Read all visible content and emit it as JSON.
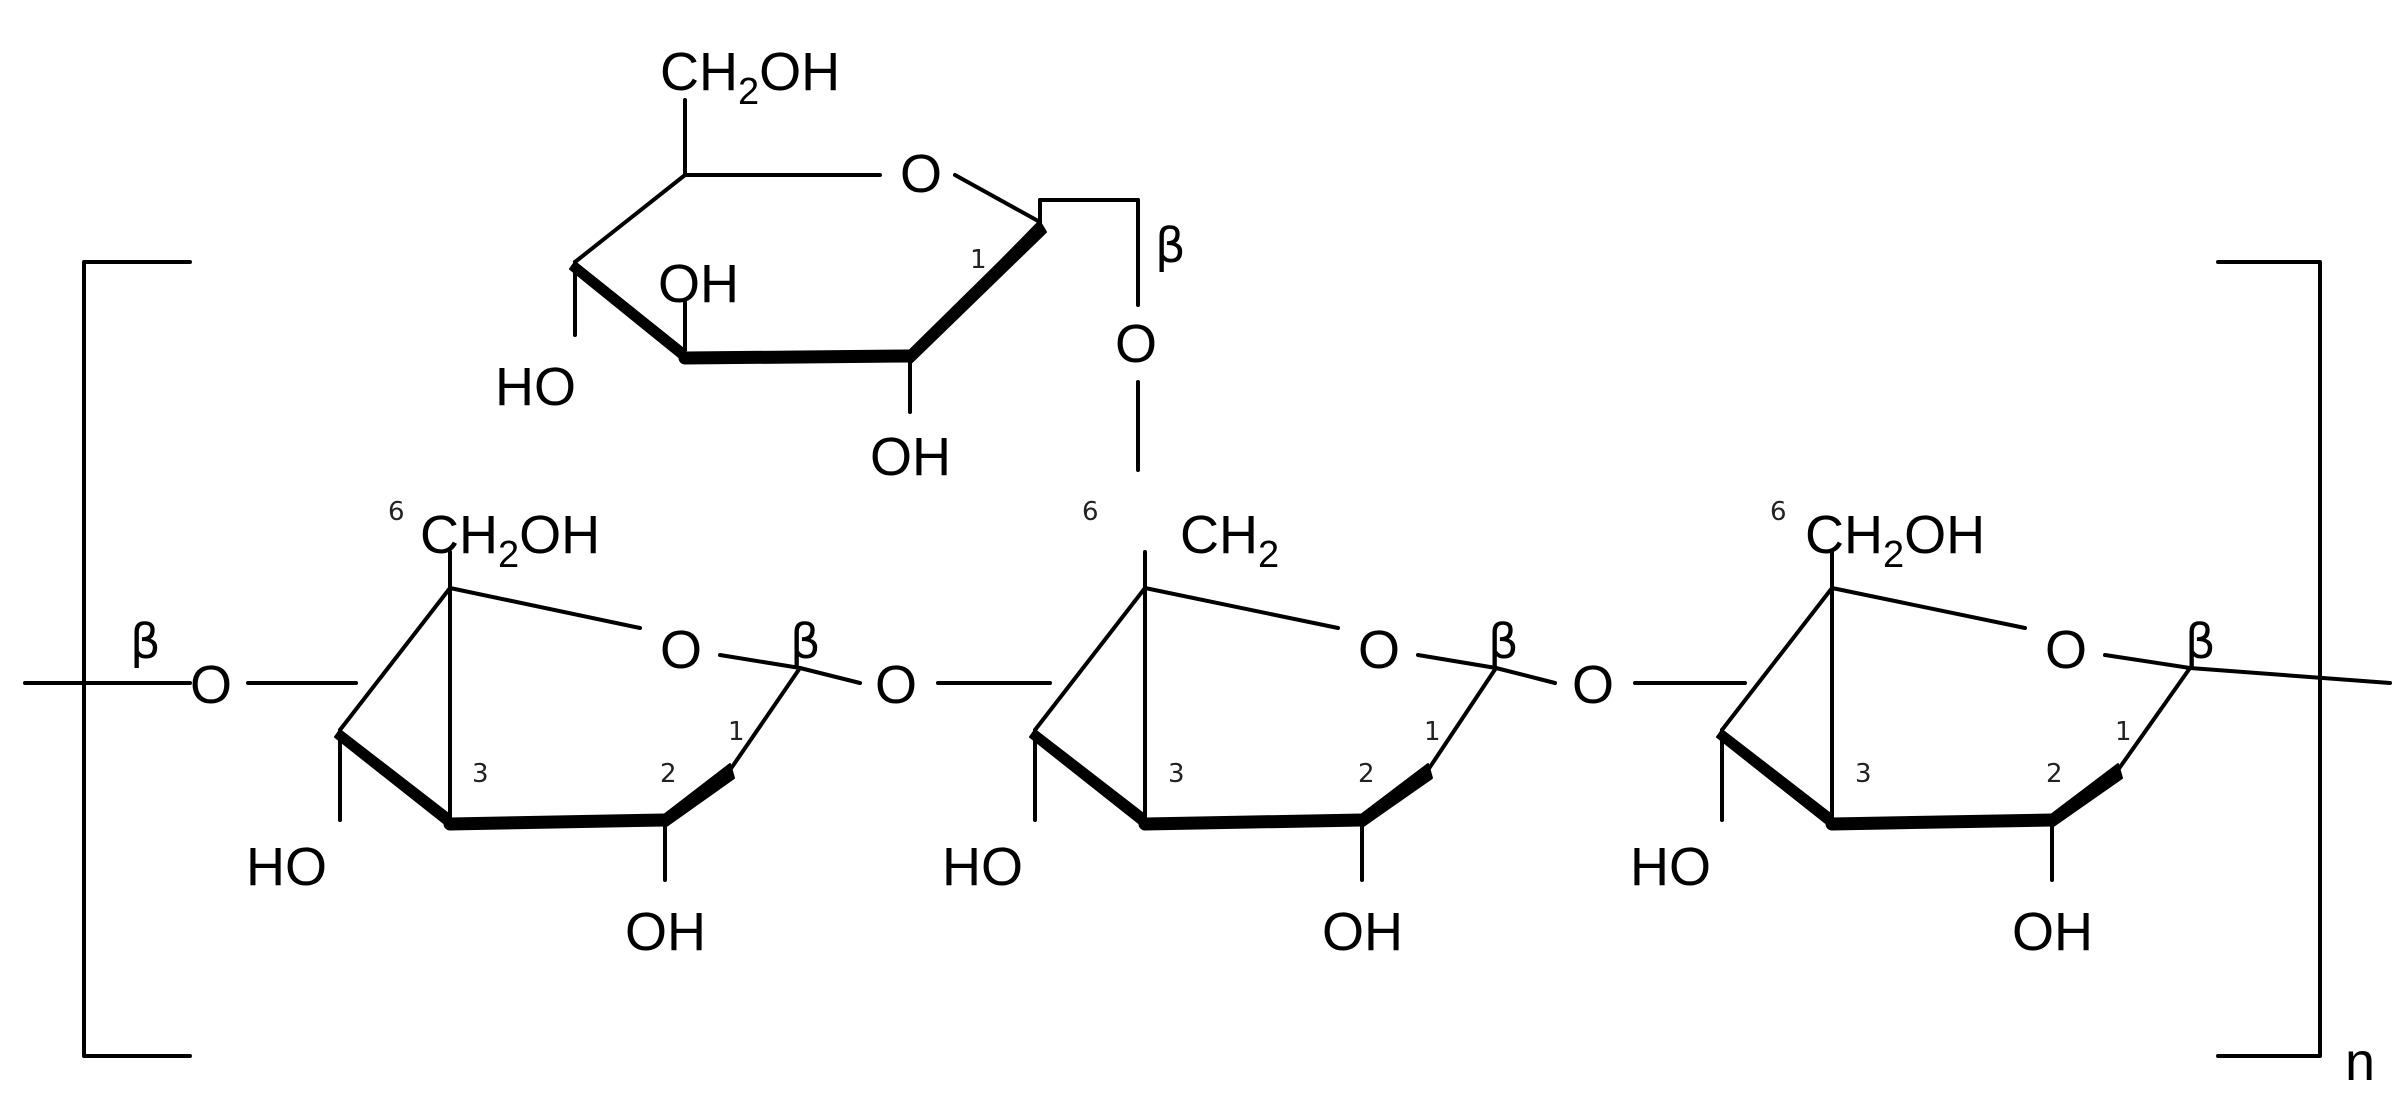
{
  "labels": {
    "ch2oh": "CH",
    "ch2oh_sub": "2",
    "ch2oh_tail": "OH",
    "ch2": "CH",
    "ch2_sub": "2",
    "oxygen": "O",
    "hydroxyl_ho": "HO",
    "hydroxyl_oh": "OH",
    "beta": "β",
    "repeat": "n"
  },
  "positions": {
    "c1": "1",
    "c2": "2",
    "c3": "3",
    "c6": "6"
  }
}
